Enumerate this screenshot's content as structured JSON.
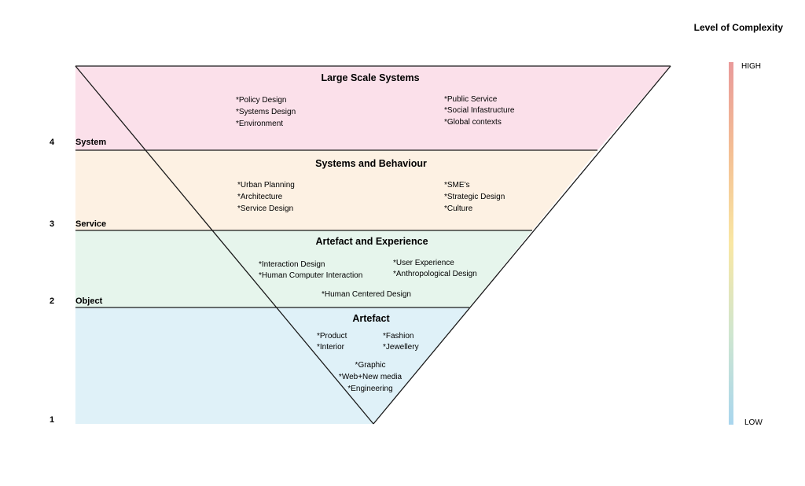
{
  "legend": {
    "title": "Level of Complexity",
    "high": "HIGH",
    "low": "LOW",
    "gradient_colors": [
      "#e99a9a",
      "#f4bf94",
      "#f9e7a3",
      "#cfe6cf",
      "#a9d6ee"
    ]
  },
  "axis": {
    "levels": [
      {
        "num": "4",
        "name": "System"
      },
      {
        "num": "3",
        "name": "Service"
      },
      {
        "num": "2",
        "name": "Object"
      },
      {
        "num": "1",
        "name": ""
      }
    ]
  },
  "bands": [
    {
      "title": "Large Scale Systems",
      "color": "#fbe0ea",
      "left_items": [
        "*Policy Design",
        "*Systems Design",
        "*Environment"
      ],
      "right_items": [
        "*Public Service",
        "*Social Infastructure",
        "*Global contexts"
      ]
    },
    {
      "title": "Systems and Behaviour",
      "color": "#fdf1e3",
      "left_items": [
        "*Urban Planning",
        "*Architecture",
        "*Service Design"
      ],
      "right_items": [
        "*SME's",
        "*Strategic Design",
        "*Culture"
      ]
    },
    {
      "title": "Artefact and Experience",
      "color": "#e6f5ec",
      "left_items": [
        "*Interaction Design",
        "*Human Computer Interaction"
      ],
      "right_items": [
        "*User Experience",
        "*Anthropological Design"
      ],
      "center_items": [
        "*Human Centered Design"
      ]
    },
    {
      "title": "Artefact",
      "color": "#dff1f8",
      "left_items": [
        "*Product",
        "*Interior"
      ],
      "right_items": [
        "*Fashion",
        "*Jewellery"
      ],
      "center_items": [
        "*Graphic",
        "*Web+New media",
        "*Engineering"
      ]
    }
  ]
}
